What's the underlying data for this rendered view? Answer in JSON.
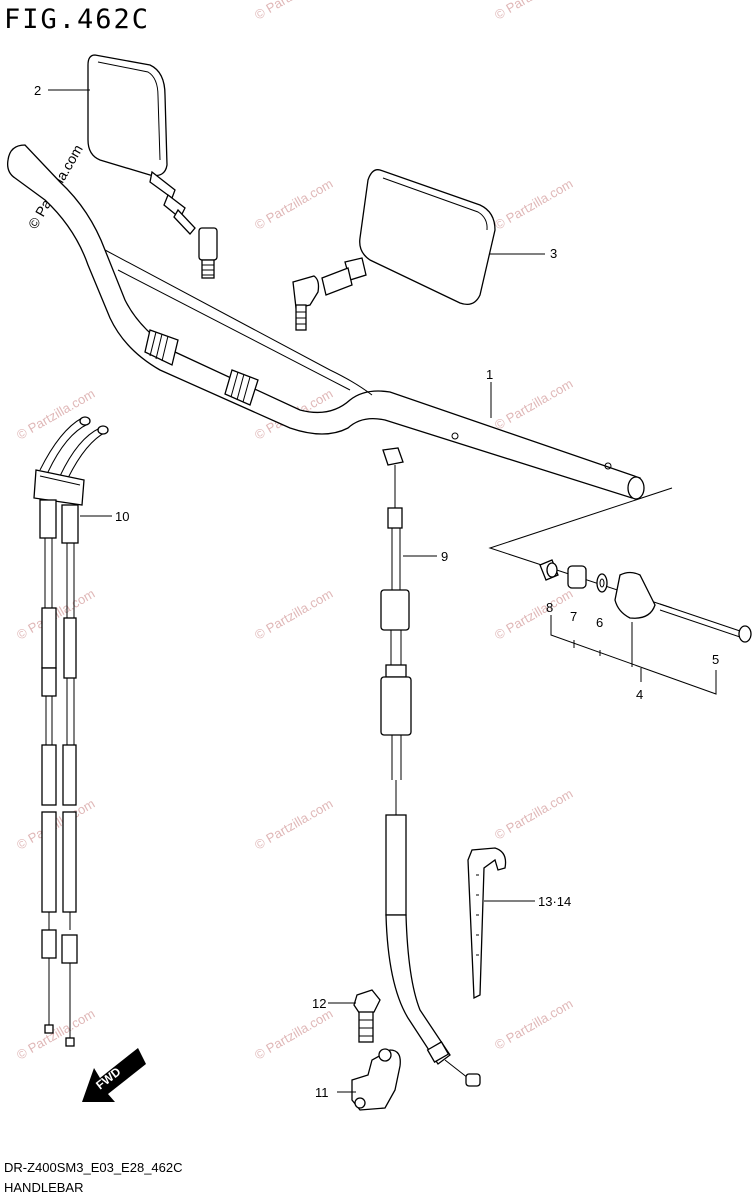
{
  "figure": {
    "title": "FIG.462C",
    "model_code": "DR-Z400SM3_E03_E28_462C",
    "section_name": "HANDLEBAR"
  },
  "watermark": {
    "text": "© Partzilla.com",
    "color": "#e0b8b8"
  },
  "callouts": {
    "p1": "1",
    "p2": "2",
    "p3": "3",
    "p4": "4",
    "p5": "5",
    "p6": "6",
    "p7": "7",
    "p8": "8",
    "p9": "9",
    "p10": "10",
    "p11": "11",
    "p12": "12",
    "p13": "13·14"
  },
  "fwd_label": "FWD"
}
